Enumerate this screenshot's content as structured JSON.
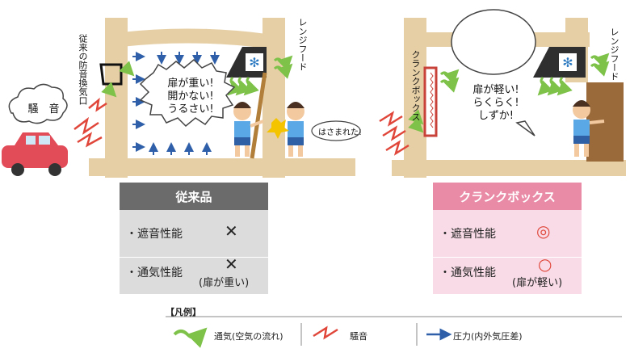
{
  "left": {
    "vent_label": "従来の防音換気口",
    "hood_label": "レンジフード",
    "bubble": [
      "扉が重い!",
      "開かない!",
      "うるさい!"
    ],
    "small_bubble": "はさまれた!",
    "noise_label": "騒　音"
  },
  "right": {
    "crank_label": "クランクボックス",
    "hood_label": "レンジフード",
    "bubble": [
      "扉が軽い!",
      "らくらく!",
      "しずか!"
    ]
  },
  "table_left": {
    "header": "従来品",
    "header_color": "#6b6b6b",
    "body_color": "#dcdcdc",
    "row1_label": "・遮音性能",
    "row1_mark": "✕",
    "row2_label": "・通気性能",
    "row2_mark": "✕",
    "row2_note": "(扉が重い)"
  },
  "table_right": {
    "header": "クランクボックス",
    "header_color": "#e98aa7",
    "body_color": "#f8dbe6",
    "row1_label": "・遮音性能",
    "row1_mark": "◎",
    "row2_label": "・通気性能",
    "row2_mark": "○",
    "row2_note": "(扉が軽い)"
  },
  "legend": {
    "title": "【凡例】",
    "item1": "通気(空気の流れ)",
    "item2": "騒音",
    "item3": "圧力(内外気圧差)",
    "colors": {
      "air": "#7ec24a",
      "noise": "#e0463a",
      "pressure": "#2e5fa8",
      "wall": "#e6cfa5"
    }
  }
}
